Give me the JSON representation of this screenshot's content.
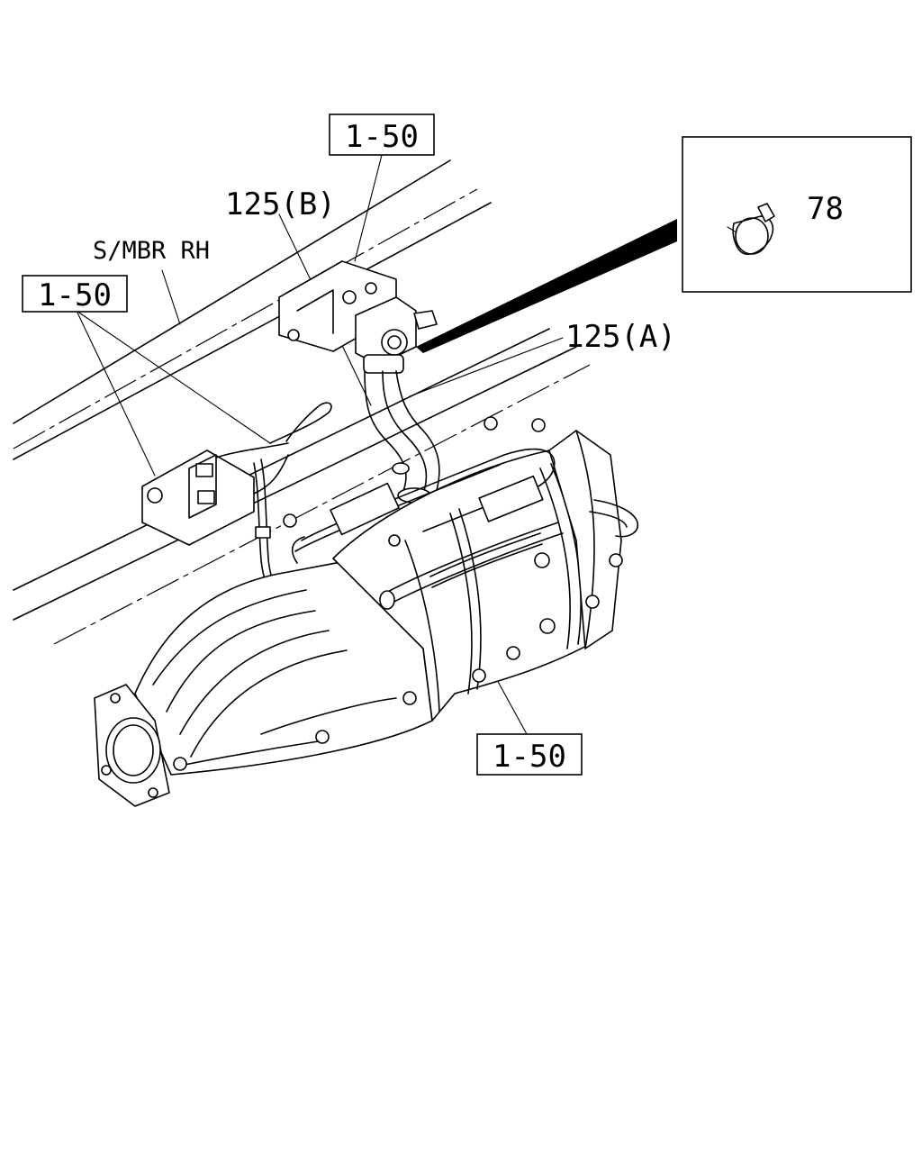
{
  "callouts": {
    "ref_top": "1-50",
    "ref_left": "1-50",
    "ref_bottom": "1-50",
    "part_b": "125(B)",
    "part_a": "125(A)",
    "frame_member": "S/MBR RH",
    "clip_part": "78"
  }
}
